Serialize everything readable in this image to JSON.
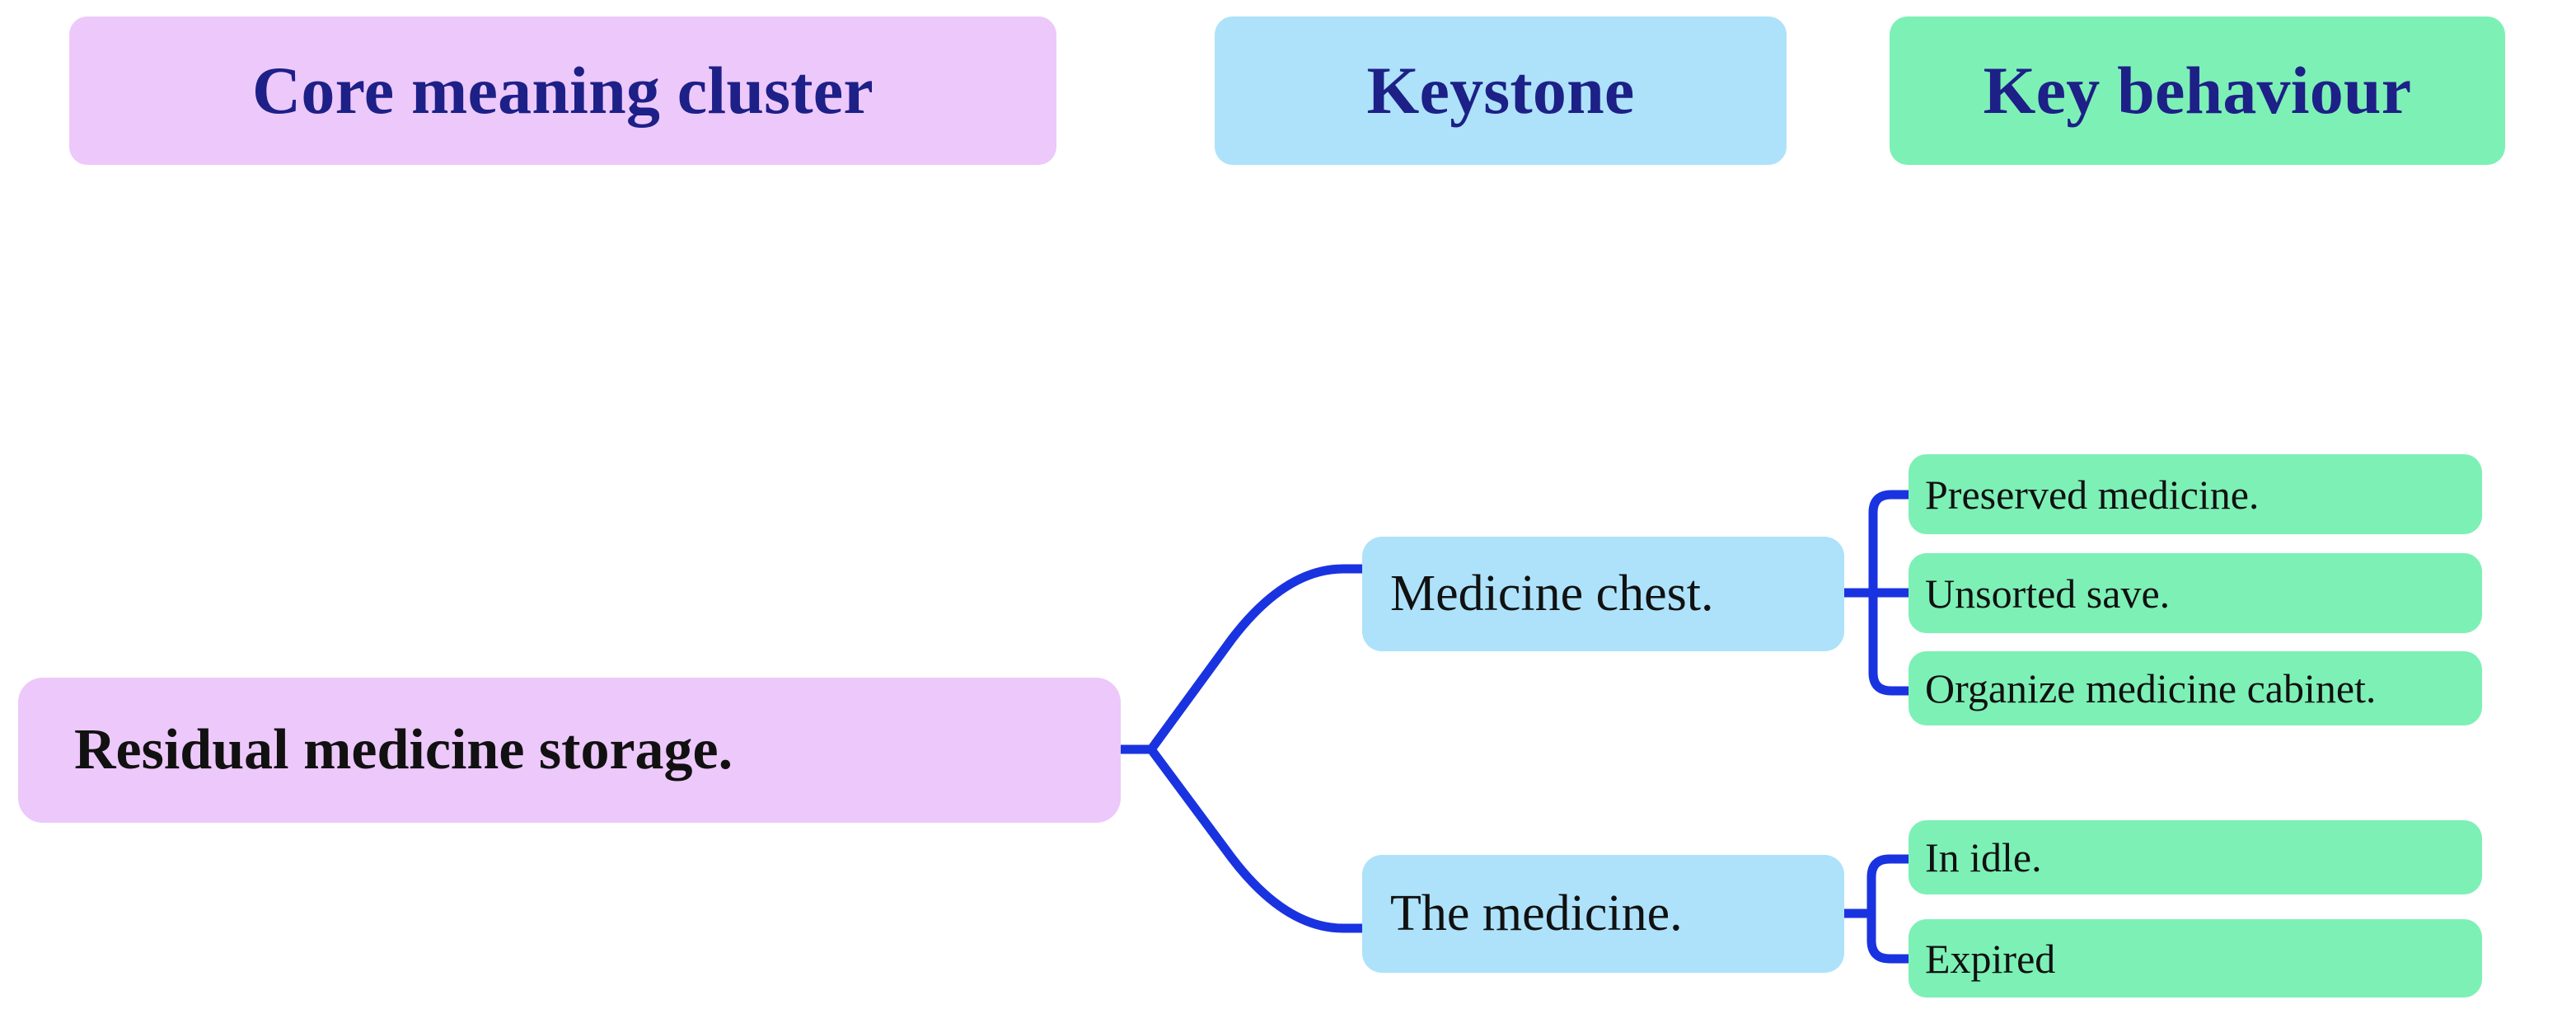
{
  "legend": {
    "core_label": "Core meaning cluster",
    "keystone_label": "Keystone",
    "behaviour_label": "Key behaviour",
    "core_color": "#edc8fa",
    "keystone_color": "#ade2fa",
    "behaviour_color": "#7df0b6",
    "legend_text_color": "#1d2087"
  },
  "mindmap": {
    "root": {
      "label": "Residual medicine storage."
    },
    "branches": [
      {
        "keystone": "Medicine chest.",
        "behaviours": [
          "Preserved medicine.",
          "Unsorted save.",
          "Organize medicine cabinet."
        ]
      },
      {
        "keystone": "The medicine.",
        "behaviours": [
          "In idle.",
          "Expired"
        ]
      }
    ],
    "connector_color": "#1a33e0"
  }
}
